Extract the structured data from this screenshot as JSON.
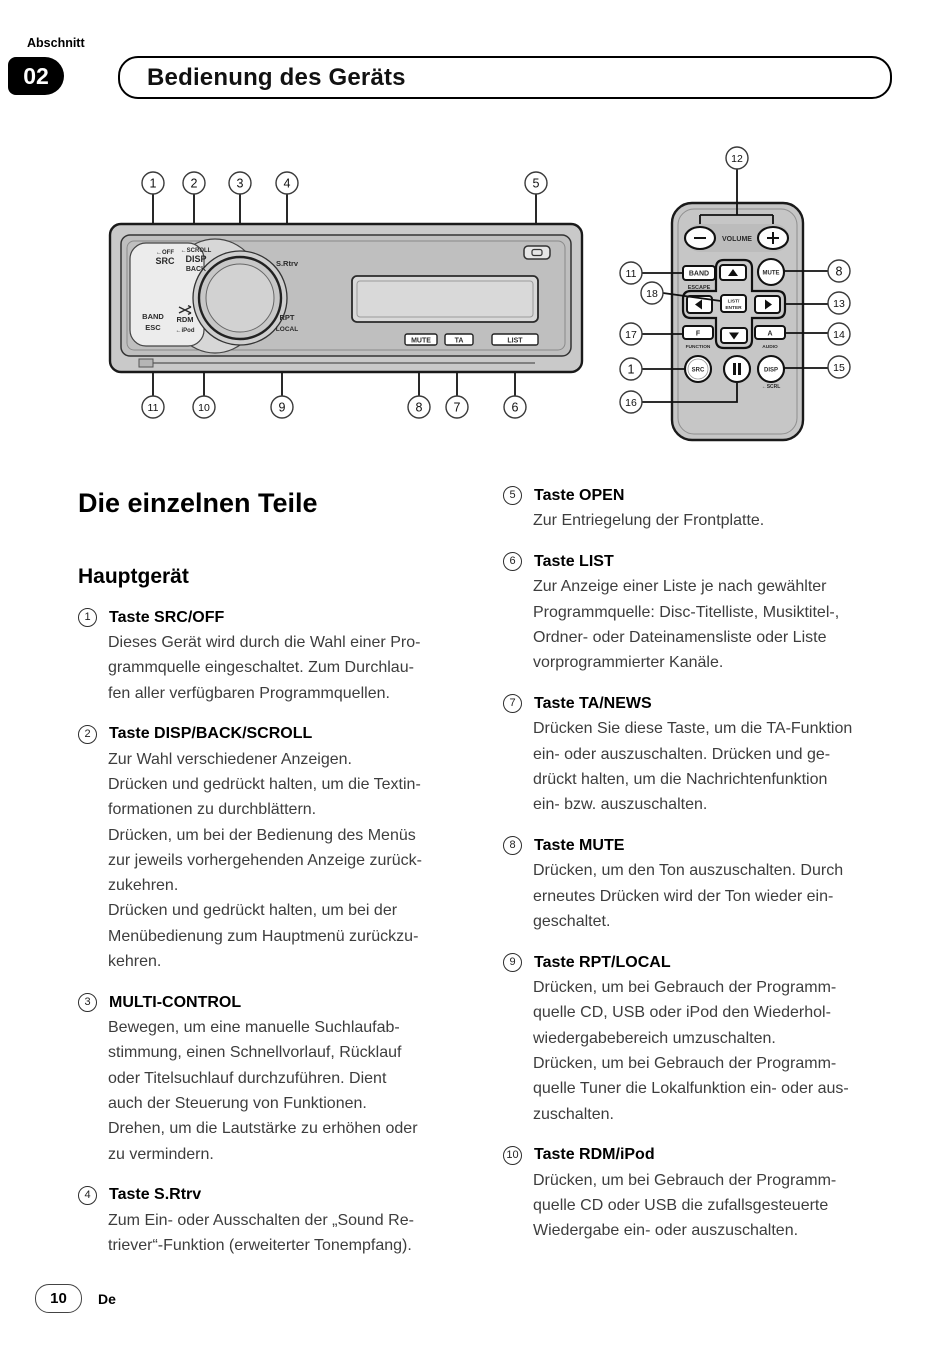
{
  "header": {
    "kicker": "Abschnitt",
    "section_number": "02",
    "title": "Bedienung des Geräts"
  },
  "footer": {
    "page_number": "10",
    "language": "De"
  },
  "head_unit": {
    "callouts": {
      "c1": "1",
      "c2": "2",
      "c3": "3",
      "c4": "4",
      "c5": "5",
      "c6": "6",
      "c7": "7",
      "c8": "8",
      "c9": "9",
      "c10": "10",
      "c11": "11"
    },
    "labels": {
      "off": "←OFF",
      "src": "SRC",
      "scroll": "←SCROLL",
      "disp": "DISP",
      "back": "BACK",
      "srtrv": "S.Rtrv",
      "band": "BAND",
      "esc": "ESC",
      "rdm": "RDM",
      "ipod": "←iPod",
      "rpt": "RPT",
      "local": "LOCAL",
      "mute": "MUTE",
      "ta": "TA",
      "list": "LIST"
    }
  },
  "remote": {
    "callouts": {
      "c1": "1",
      "c8": "8",
      "c11": "11",
      "c12": "12",
      "c13": "13",
      "c14": "14",
      "c15": "15",
      "c16": "16",
      "c17": "17",
      "c18": "18"
    },
    "labels": {
      "volume": "VOLUME",
      "band": "BAND",
      "escape": "ESCAPE",
      "mute": "MUTE",
      "list_line1": "LIST/",
      "list_line2": "ENTER",
      "f": "F",
      "function": "FUNCTION",
      "a": "A",
      "audio": "AUDIO",
      "src": "SRC",
      "disp": "DISP",
      "scrl": "←SCRL"
    }
  },
  "content": {
    "h1": "Die einzelnen Teile",
    "h2": "Hauptgerät",
    "left_items": [
      {
        "num": "1",
        "title": "Taste SRC/OFF",
        "body": "Dieses Gerät wird durch die Wahl einer Pro-\ngrammquelle eingeschaltet. Zum Durchlau-\nfen aller verfügbaren Programmquellen."
      },
      {
        "num": "2",
        "title": "Taste DISP/BACK/SCROLL",
        "body": "Zur Wahl verschiedener Anzeigen.\nDrücken und gedrückt halten, um die Textin-\nformationen zu durchblättern.\nDrücken, um bei der Bedienung des Menüs\nzur jeweils vorhergehenden Anzeige zurück-\nzukehren.\nDrücken und gedrückt halten, um bei der\nMenübedienung zum Hauptmenü zurückzu-\nkehren."
      },
      {
        "num": "3",
        "title": "MULTI-CONTROL",
        "body": "Bewegen, um eine manuelle Suchlaufab-\nstimmung, einen Schnellvorlauf, Rücklauf\noder Titelsuchlauf durchzuführen. Dient\nauch der Steuerung von Funktionen.\nDrehen, um die Lautstärke zu erhöhen oder\nzu vermindern."
      },
      {
        "num": "4",
        "title": "Taste S.Rtrv",
        "body": "Zum Ein- oder Ausschalten der „Sound Re-\ntriever“-Funktion (erweiterter Tonempfang)."
      }
    ],
    "right_items": [
      {
        "num": "5",
        "title": "Taste OPEN",
        "body": "Zur Entriegelung der Frontplatte."
      },
      {
        "num": "6",
        "title": "Taste LIST",
        "body": "Zur Anzeige einer Liste je nach gewählter\nProgrammquelle: Disc-Titelliste, Musiktitel-,\nOrdner- oder Dateinamensliste oder Liste\nvorprogrammierter Kanäle."
      },
      {
        "num": "7",
        "title": "Taste TA/NEWS",
        "body": "Drücken Sie diese Taste, um die TA-Funktion\nein- oder auszuschalten. Drücken und ge-\ndrückt halten, um die Nachrichtenfunktion\nein- bzw. auszuschalten."
      },
      {
        "num": "8",
        "title": "Taste MUTE",
        "body": "Drücken, um den Ton auszuschalten. Durch\nerneutes Drücken wird der Ton wieder ein-\ngeschaltet."
      },
      {
        "num": "9",
        "title": "Taste RPT/LOCAL",
        "body": "Drücken, um bei Gebrauch der Programm-\nquelle CD, USB oder iPod den Wiederhol-\nwiedergabebereich umzuschalten.\nDrücken, um bei Gebrauch der Programm-\nquelle Tuner die Lokalfunktion ein- oder aus-\nzuschalten."
      },
      {
        "num": "10",
        "title": "Taste RDM/iPod",
        "body": "Drücken, um bei Gebrauch der Programm-\nquelle CD oder USB die zufallsgesteuerte\nWiedergabe ein- oder auszuschalten."
      }
    ]
  }
}
